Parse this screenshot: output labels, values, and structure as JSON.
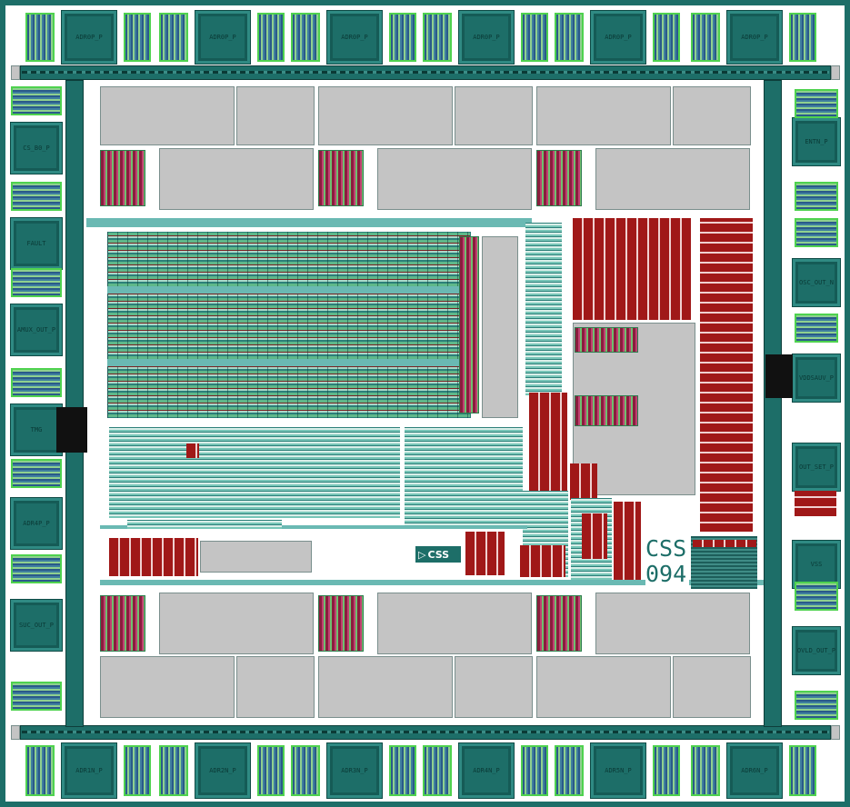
{
  "chip": {
    "logo_text": "CSS",
    "id_line1": "CSS",
    "id_line2": "094"
  },
  "pads": {
    "top": [
      "ADR0P_P",
      "ADR0P_P",
      "ADR0P_P",
      "ADR0P_P",
      "ADR0P_P",
      "ADR0P_P"
    ],
    "left": [
      "CS_B0_P",
      "FAULT",
      "AMUX_OUT_P",
      "TMG",
      "ADR4P_P",
      "SUC_OUT_P"
    ],
    "right": [
      "ENTN_P",
      "OSC_OUT_N",
      "VDDSAUV_P",
      "OUT_SET_P",
      "VSS",
      "OVLD_OUT_P"
    ],
    "bottom": [
      "ADR1N_P",
      "ADR2N_P",
      "ADR3N_P",
      "ADR4N_P",
      "ADR5N_P",
      "ADR6N_P"
    ]
  },
  "colors": {
    "metal": "#1d6e68",
    "poly": "#a01818",
    "diffusion": "#5fb88a",
    "macro": "#c4c4c4"
  }
}
